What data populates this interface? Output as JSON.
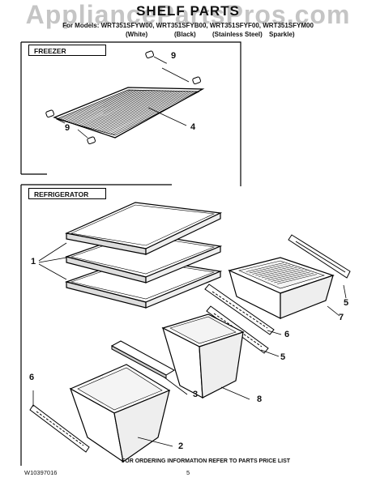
{
  "header": {
    "watermark": "AppliancePartsPros.com",
    "title": "SHELF PARTS",
    "models_line": "For Models: WRT351SFYW00, WRT351SFYB00, WRT351SFYF00, WRT351SFYM00",
    "colors": [
      "(White)",
      "(Black)",
      "(Stainless Steel)",
      "Sparkle)"
    ]
  },
  "sections": {
    "freezer": "FREEZER",
    "refrigerator": "REFRIGERATOR"
  },
  "callouts": {
    "freezer_9_top": "9",
    "freezer_9_bottom": "9",
    "freezer_4": "4",
    "fridge_1": "1",
    "fridge_5_top": "5",
    "fridge_7": "7",
    "fridge_6_right": "6",
    "fridge_5_mid": "5",
    "fridge_6_left": "6",
    "fridge_3": "3",
    "fridge_8": "8",
    "fridge_2": "2"
  },
  "footer": {
    "ordering": "FOR ORDERING INFORMATION REFER TO PARTS PRICE LIST",
    "doc_number": "W10397016",
    "page_number": "5"
  }
}
